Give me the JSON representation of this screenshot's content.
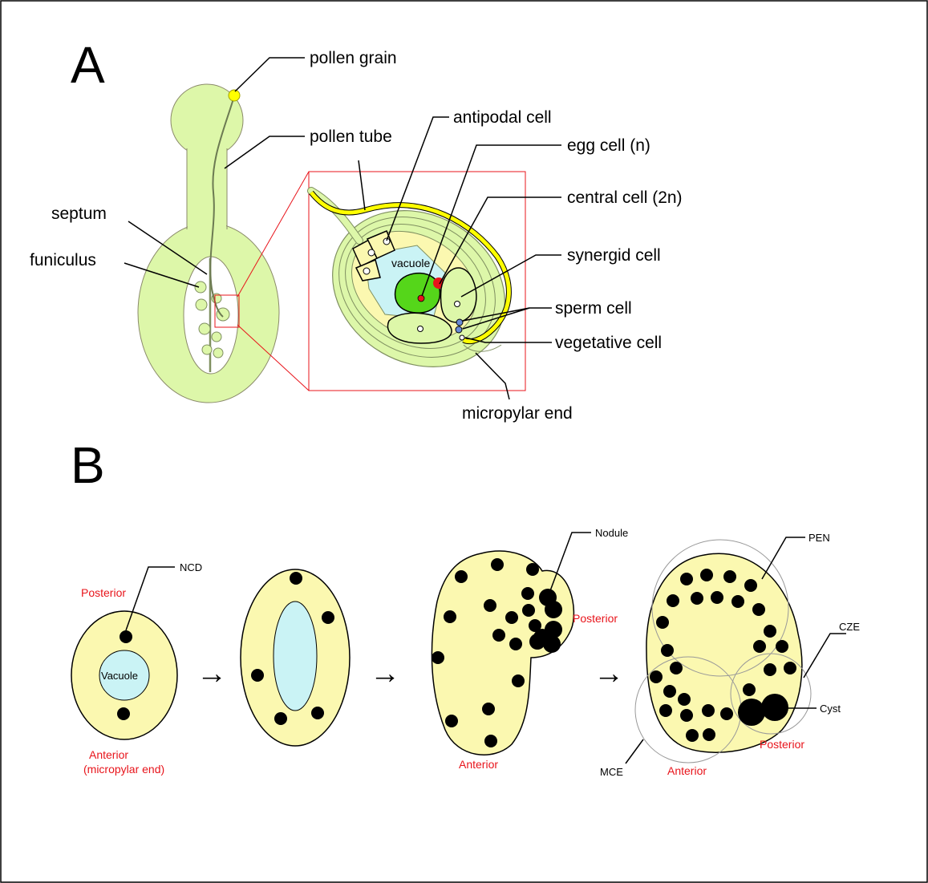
{
  "panels": {
    "a": "A",
    "b": "B"
  },
  "panel_a": {
    "labels": {
      "pollen_grain": "pollen grain",
      "pollen_tube": "pollen tube",
      "septum": "septum",
      "funiculus": "funiculus",
      "antipodal_cell": "antipodal cell",
      "egg_cell": "egg cell (n)",
      "central_cell": "central cell (2n)",
      "synergid_cell": "synergid cell",
      "sperm_cell": "sperm cell",
      "vegetative_cell": "vegetative cell",
      "micropylar_end": "micropylar end",
      "vacuole": "vacuole"
    }
  },
  "panel_b": {
    "labels": {
      "ncd": "NCD",
      "posterior_1": "Posterior",
      "vacuole": "Vacuole",
      "anterior_1": "Anterior",
      "micropylar_end": "(micropylar end)",
      "nodule": "Nodule",
      "posterior_3": "Posterior",
      "anterior_3": "Anterior",
      "pen": "PEN",
      "cze": "CZE",
      "cyst": "Cyst",
      "mce": "MCE",
      "anterior_4": "Anterior",
      "posterior_4": "Posterior"
    },
    "arrows": [
      "→",
      "→",
      "→"
    ]
  },
  "colors": {
    "ovary_green": "#ddf7a9",
    "yellow_fill": "#fbf8b0",
    "vacuole_blue": "#caf3f5",
    "egg_green": "#55d61a",
    "accent_red": "#e8141b",
    "pollen_yellow": "#ffff00"
  }
}
